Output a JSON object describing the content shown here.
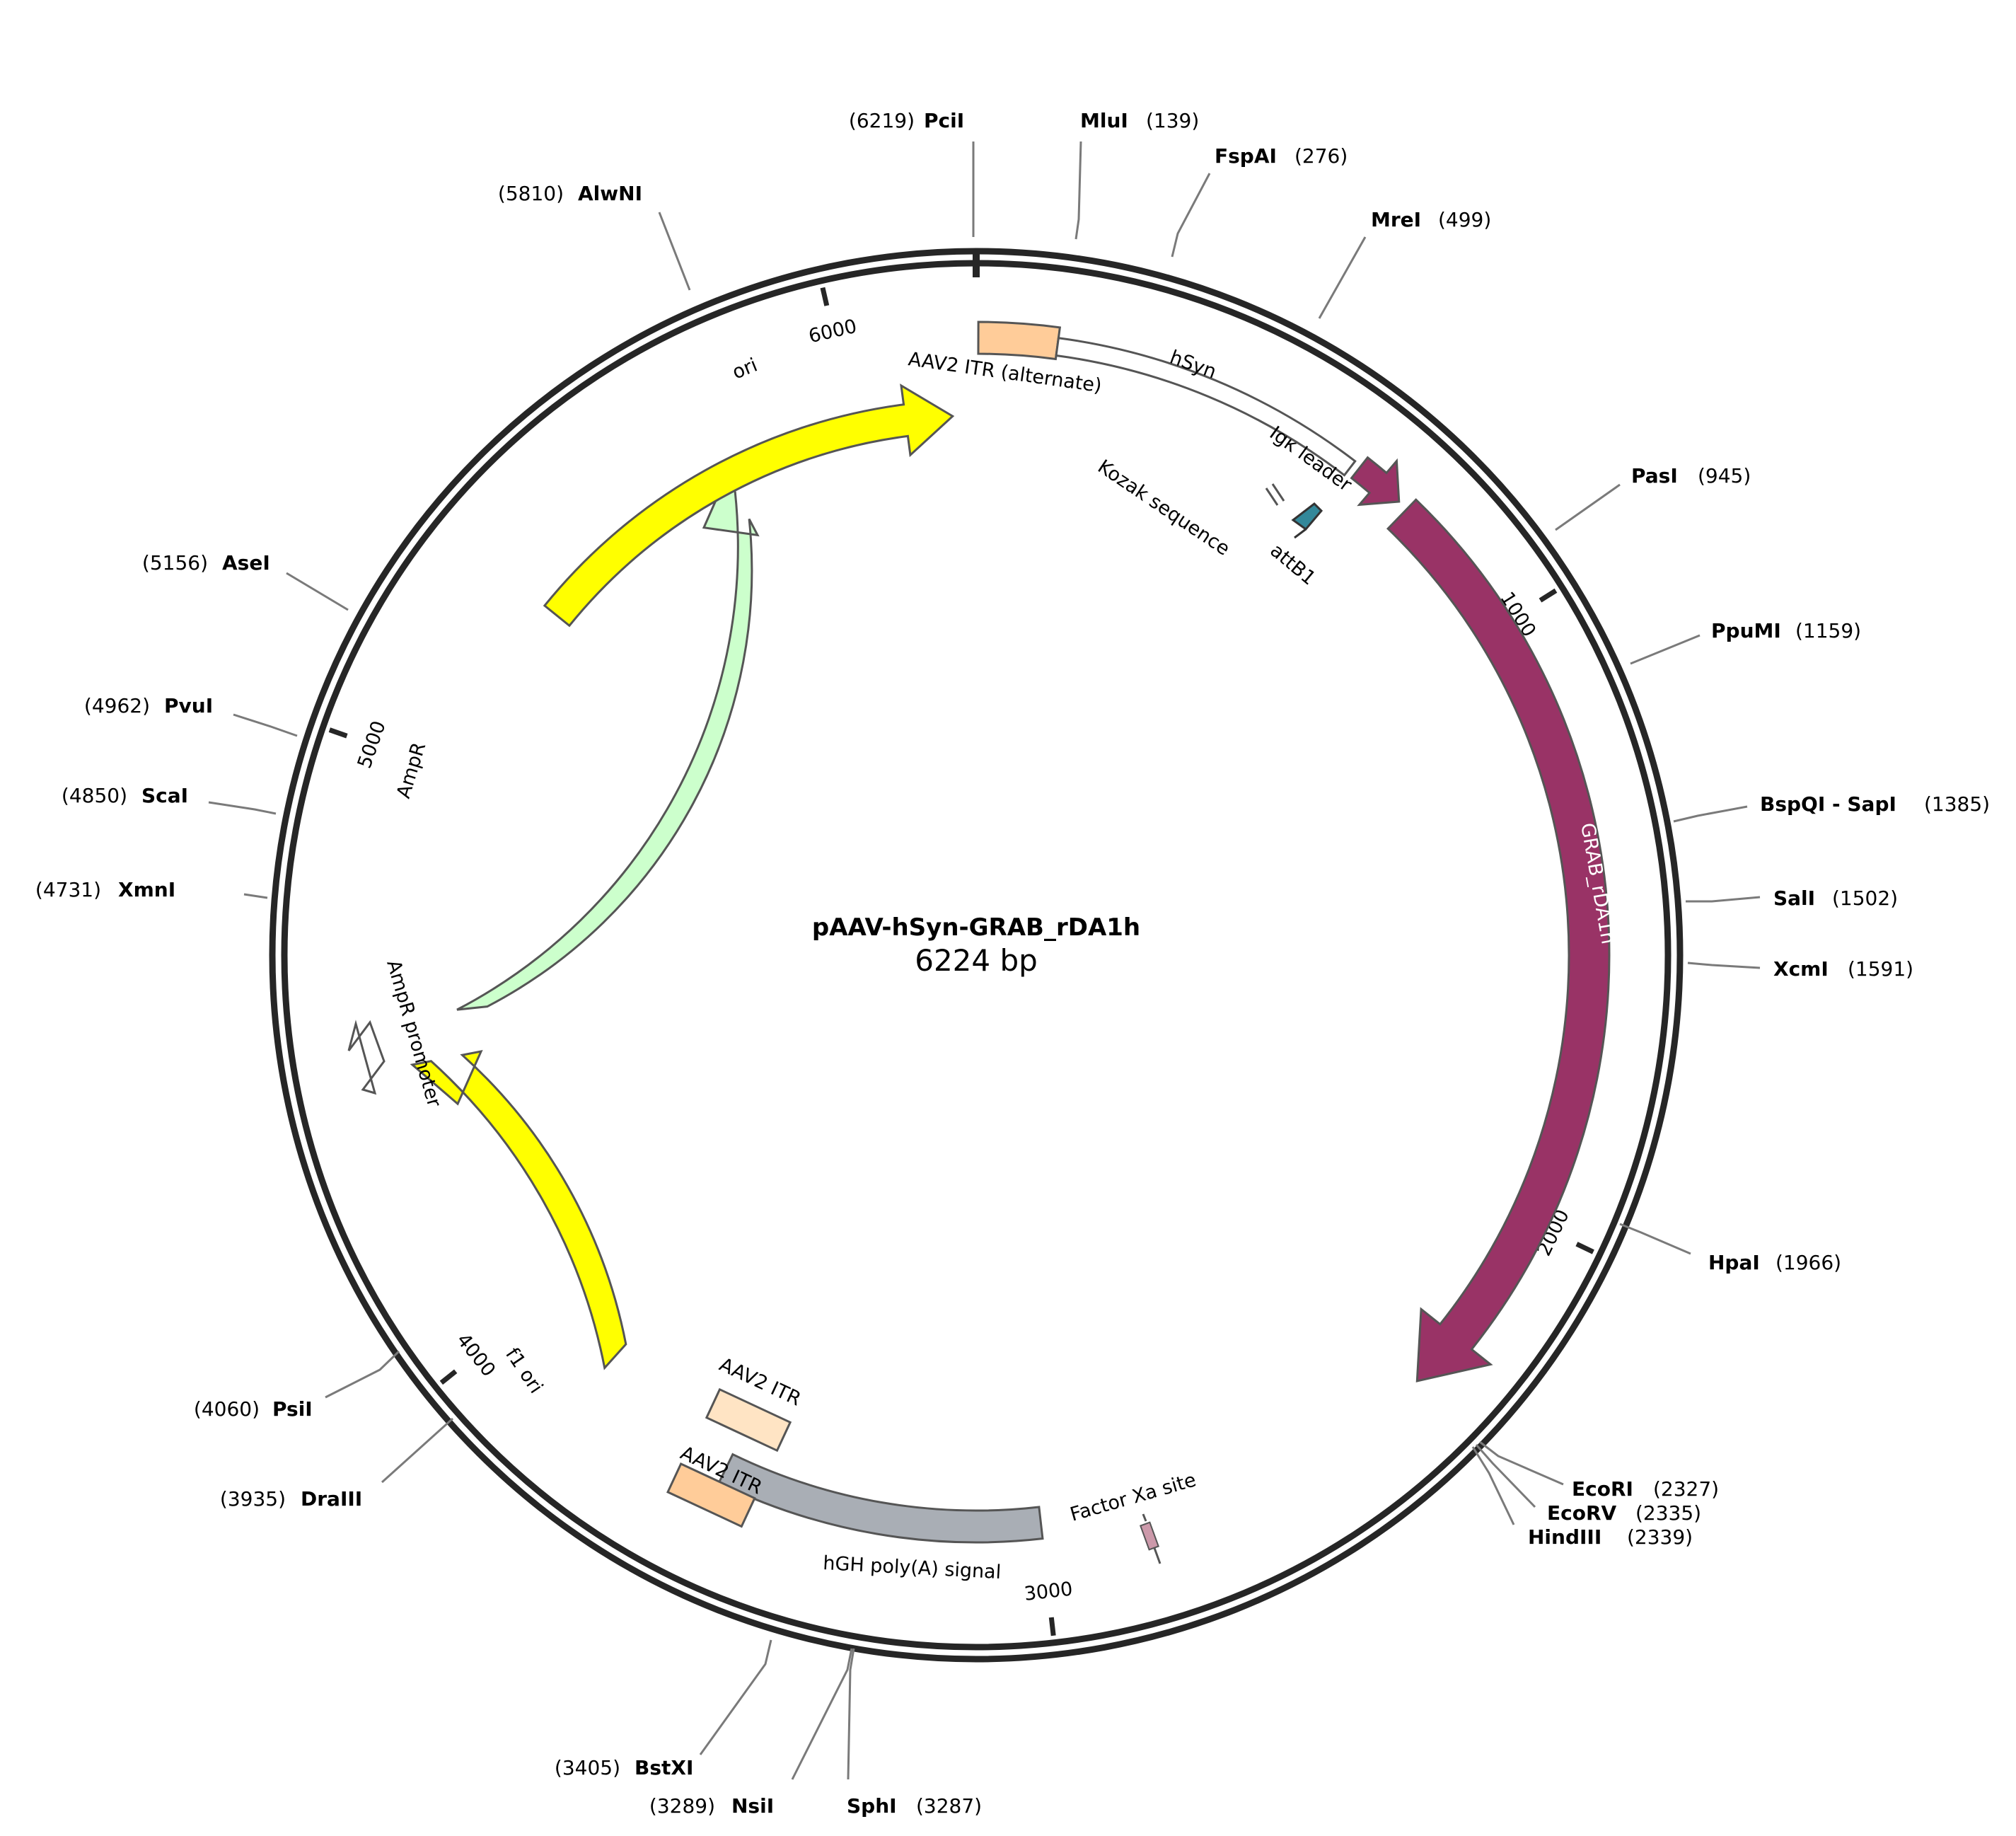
{
  "plasmid": {
    "name": "pAAV-hSyn-GRAB_rDA1h",
    "size_label": "6224 bp",
    "length": 6224
  },
  "ticks": [
    {
      "pos": 1000,
      "label": "1000"
    },
    {
      "pos": 2000,
      "label": "2000"
    },
    {
      "pos": 3000,
      "label": "3000"
    },
    {
      "pos": 4000,
      "label": "4000"
    },
    {
      "pos": 5000,
      "label": "5000"
    },
    {
      "pos": 6000,
      "label": "6000"
    }
  ],
  "sites": [
    {
      "name": "PciI",
      "pos_label": "(6219)",
      "pos": 6219,
      "side": "left"
    },
    {
      "name": "MluI",
      "pos_label": "(139)",
      "pos": 139,
      "side": "right"
    },
    {
      "name": "FspAI",
      "pos_label": "(276)",
      "pos": 276,
      "side": "right"
    },
    {
      "name": "MreI",
      "pos_label": "(499)",
      "pos": 499,
      "side": "right"
    },
    {
      "name": "PasI",
      "pos_label": "(945)",
      "pos": 945,
      "side": "right"
    },
    {
      "name": "PpuMI",
      "pos_label": "(1159)",
      "pos": 1159,
      "side": "right"
    },
    {
      "name": "BspQI - SapI",
      "pos_label": "(1385)",
      "pos": 1385,
      "side": "right"
    },
    {
      "name": "SalI",
      "pos_label": "(1502)",
      "pos": 1502,
      "side": "right"
    },
    {
      "name": "XcmI",
      "pos_label": "(1591)",
      "pos": 1591,
      "side": "right"
    },
    {
      "name": "HpaI",
      "pos_label": "(1966)",
      "pos": 1966,
      "side": "right"
    },
    {
      "name": "EcoRI",
      "pos_label": "(2327)",
      "pos": 2327,
      "side": "right"
    },
    {
      "name": "EcoRV",
      "pos_label": "(2335)",
      "pos": 2335,
      "side": "right"
    },
    {
      "name": "HindIII",
      "pos_label": "(2339)",
      "pos": 2339,
      "side": "right"
    },
    {
      "name": "SphI",
      "pos_label": "(3287)",
      "pos": 3287,
      "side": "right"
    },
    {
      "name": "NsiI",
      "pos_label": "(3289)",
      "pos": 3289,
      "side": "left"
    },
    {
      "name": "BstXI",
      "pos_label": "(3405)",
      "pos": 3405,
      "side": "left"
    },
    {
      "name": "DraIII",
      "pos_label": "(3935)",
      "pos": 3935,
      "side": "left"
    },
    {
      "name": "PsiI",
      "pos_label": "(4060)",
      "pos": 4060,
      "side": "left"
    },
    {
      "name": "XmnI",
      "pos_label": "(4731)",
      "pos": 4731,
      "side": "left"
    },
    {
      "name": "ScaI",
      "pos_label": "(4850)",
      "pos": 4850,
      "side": "left"
    },
    {
      "name": "PvuI",
      "pos_label": "(4962)",
      "pos": 4962,
      "side": "left"
    },
    {
      "name": "AseI",
      "pos_label": "(5156)",
      "pos": 5156,
      "side": "left"
    },
    {
      "name": "AlwNI",
      "pos_label": "(5810)",
      "pos": 5810,
      "side": "left"
    }
  ],
  "features": [
    {
      "label": "AAV2 ITR (alternate)",
      "color": "#ffcc99"
    },
    {
      "label": "hSyn",
      "color": "#ffffff"
    },
    {
      "label": "Igκ leader",
      "color": "#993366"
    },
    {
      "label": "Kozak sequence",
      "color": "#ffffff"
    },
    {
      "label": "attB1",
      "color": "#33889a"
    },
    {
      "label": "GRAB_rDA1h",
      "color": "#993366"
    },
    {
      "label": "Factor Xa site",
      "color": "#cc99aa"
    },
    {
      "label": "hGH poly(A) signal",
      "color": "#a9aeb5"
    },
    {
      "label": "AAV2 ITR",
      "color": "#ffcc99"
    },
    {
      "label": "AAV2 ITR",
      "color": "#ffe4c4"
    },
    {
      "label": "f1 ori",
      "color": "#ffff00"
    },
    {
      "label": "AmpR promoter",
      "color": "#ffffff"
    },
    {
      "label": "AmpR",
      "color": "#ccffcc"
    },
    {
      "label": "ori",
      "color": "#ffff00"
    }
  ]
}
